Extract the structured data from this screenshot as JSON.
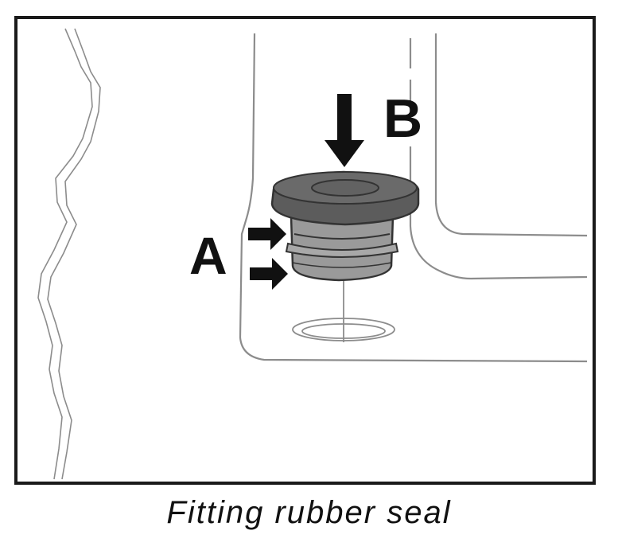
{
  "diagram": {
    "label_a": "A",
    "label_b": "B",
    "seal_color": "#5c5c5c",
    "plug_body_color": "#9a9a9a",
    "line_color": "#8c8c8c",
    "arrow_color": "#111111"
  },
  "caption": "Fitting rubber seal"
}
